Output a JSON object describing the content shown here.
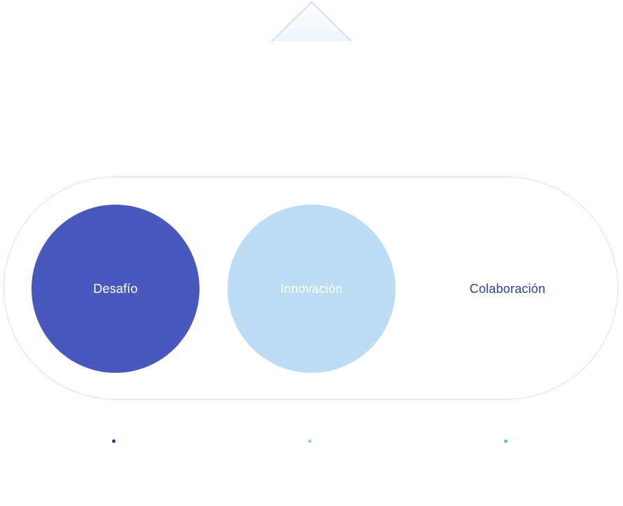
{
  "items": [
    {
      "label": "Desafío",
      "fill": "#4858bd",
      "text_color": "#ffffff",
      "dot_color": "#2b3a8f"
    },
    {
      "label": "Innovación",
      "fill": "#bddbf3",
      "text_color": "#ffffff",
      "dot_color": "#9fcdef"
    },
    {
      "label": "Colaboración",
      "fill": "#ffffff",
      "text_color": "#2f3f9a",
      "dot_color": "#4fc3e8"
    }
  ],
  "colors": {
    "triangle_stroke": "#a8d1f3",
    "triangle_fill_top": "#ffffff",
    "triangle_fill_bottom": "#eef5fd",
    "outline": "#b9bcc2"
  }
}
